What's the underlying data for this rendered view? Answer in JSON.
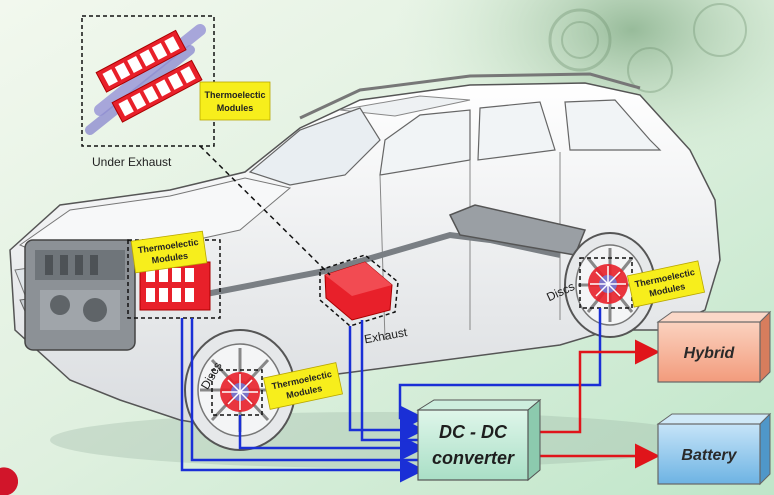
{
  "labels": {
    "thermo_modules_1": [
      "Thermoelectic",
      "Modules"
    ],
    "thermo_modules_2": [
      "Thermoelectic",
      "Modules"
    ],
    "thermo_modules_3": [
      "Thermoelectic",
      "Modules"
    ],
    "thermo_modules_4": [
      "Thermoelectic",
      "Modules"
    ],
    "under_exhaust": "Under Exhaust",
    "exhaust": "Exhaust",
    "discs_front": "Discs",
    "discs_rear": "Discs",
    "dc_dc": "DC - DC",
    "converter": "converter",
    "hybrid": "Hybrid",
    "battery": "Battery"
  },
  "colors": {
    "module_red": "#e8202a",
    "label_yellow": "#f7ee1c",
    "wire_blue": "#1a2fd6",
    "wire_red": "#e0141a",
    "hybrid_fill": "#f6b49a",
    "battery_fill": "#8cc6ec",
    "converter_fill": "#bfead6"
  }
}
